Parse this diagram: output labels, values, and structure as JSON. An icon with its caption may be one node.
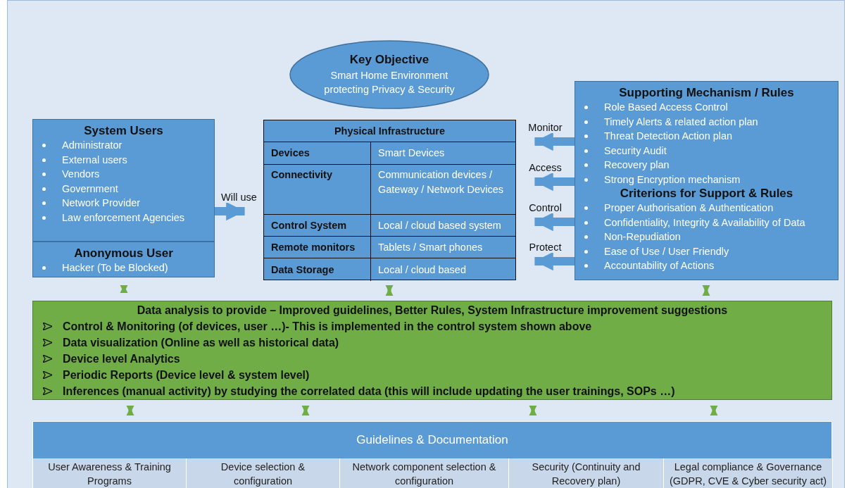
{
  "diagram": {
    "nodes": [
      {
        "text": [
          "Key Objective",
          "Smart Home Environment protecting Privacy & Security"
        ]
      },
      {
        "text": [
          "System Users",
          "Administrator",
          "External users",
          "Vendors",
          "Government",
          "Network Provider",
          "Law enforcement Agencies"
        ]
      },
      {
        "text": [
          "Anonymous User",
          "Hacker (To be Blocked)"
        ]
      },
      {
        "text": [
          "Physical Infrastructure",
          "Devices",
          "Smart Devices",
          "Connectivity",
          "Communication devices / Gateway / Network Devices",
          "Control System",
          "Local / cloud based system",
          "Remote monitors",
          "Tablets / Smart phones",
          "Data Storage",
          "Local / cloud based"
        ]
      },
      {
        "text": [
          "Supporting Mechanism / Rules",
          "Role Based Access Control",
          "Timely Alerts & related action plan",
          "Threat Detection Action plan",
          "Security Audit",
          "Recovery plan",
          "Strong Encryption mechanism",
          "Criterions for Support & Rules",
          "Proper Authorisation & Authentication",
          "Confidentiality, Integrity & Availability of Data",
          "Non-Repudiation",
          "Ease of Use / User Friendly",
          "Accountability of Actions"
        ]
      },
      {
        "text": [
          "Data analysis to provide – Improved guidelines, Better Rules, System Infrastructure improvement suggestions",
          "Control & Monitoring (of devices, user …)- This is implemented in the control system shown above",
          "Data visualization (Online as well as historical data)",
          "Device level Analytics",
          "Periodic Reports (Device level & system level)",
          "Inferences (manual activity) by studying the correlated data (this will include updating the user trainings, SOPs …)"
        ]
      },
      {
        "text": [
          "Guidelines & Documentation"
        ]
      },
      {
        "text": [
          "User Awareness & Training Programs"
        ],
        "in": 6
      },
      {
        "text": [
          "Device selection & configuration"
        ],
        "in": 6
      },
      {
        "text": [
          "Network component selection & configuration"
        ],
        "in": 6
      },
      {
        "text": [
          "Security (Continuity and Recovery plan)"
        ],
        "in": 6
      },
      {
        "text": [
          "Legal compliance & Governance (GDPR, CVE & Cyber security act)"
        ],
        "in": 6
      }
    ],
    "edges": [
      {
        "from": 1,
        "to": 3,
        "arrow": "to",
        "label": "Will use",
        "style": "thick",
        "color": "#5b9bd5"
      },
      {
        "from": 4,
        "to": 3,
        "arrow": "to",
        "label": "Monitor",
        "style": "thick",
        "color": "#5b9bd5"
      },
      {
        "from": 4,
        "to": 3,
        "arrow": "to",
        "label": "Access",
        "style": "thick",
        "color": "#5b9bd5"
      },
      {
        "from": 4,
        "to": 3,
        "arrow": "to",
        "label": "Control",
        "style": "thick",
        "color": "#5b9bd5"
      },
      {
        "from": 4,
        "to": 3,
        "arrow": "to",
        "label": "Protect",
        "style": "thick",
        "color": "#5b9bd5"
      },
      {
        "from": 2,
        "to": 5,
        "arrow": "both"
      },
      {
        "from": 3,
        "to": 5,
        "arrow": "both"
      },
      {
        "from": 4,
        "to": 5,
        "arrow": "both"
      },
      {
        "from": 5,
        "to": 6,
        "arrow": "both"
      },
      {
        "from": 5,
        "to": 6,
        "arrow": "both"
      },
      {
        "from": 5,
        "to": 6,
        "arrow": "both"
      },
      {
        "from": 5,
        "to": 6,
        "arrow": "both"
      }
    ]
  }
}
